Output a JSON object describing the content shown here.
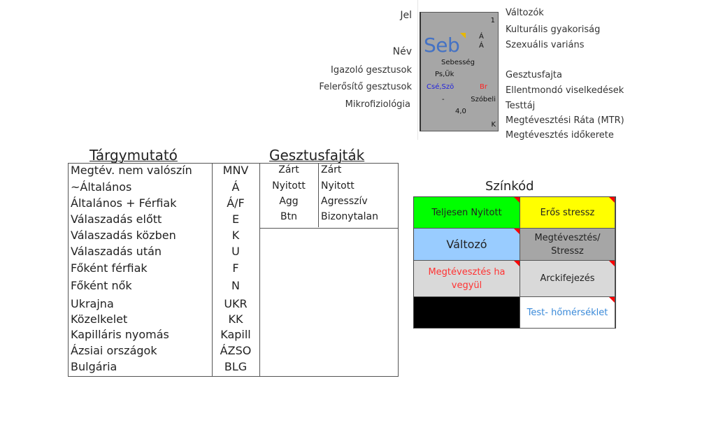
{
  "legend": {
    "left_labels": [
      "Jel",
      "Név",
      "Igazoló gesztusok",
      "Felerősítő gesztusok",
      "Mikrofiziológia"
    ],
    "right_labels": [
      "Változók",
      "Kulturális gyakoriság",
      "Szexuális variáns",
      "Gesztusfajta",
      "Ellentmondó viselkedések",
      "Testtáj",
      "Megtévesztési Ráta (MTR)",
      "Megtévesztés időkerete"
    ],
    "card": {
      "number": "1",
      "abbrev": "Seb",
      "cultural": "Á",
      "sexual": "Á",
      "name": "Sebesség",
      "confirming": "Ps,Ük",
      "amplifying": "Csé,Szö",
      "gesture_type": "Br",
      "micro": "-",
      "body_area": "Szóbeli",
      "rate": "4,0",
      "timeframe": "K",
      "colors": {
        "abbrev": "#4472c4",
        "amplifying": "#2222dd",
        "gesture_type": "#ff2222",
        "background": "#a6a6a6",
        "marker": "#e8b800"
      }
    }
  },
  "index": {
    "title": "Tárgymutató",
    "rows": [
      {
        "label": "Megtév. nem valószín",
        "abbr": "MNV"
      },
      {
        "label": "~Általános",
        "abbr": "Á"
      },
      {
        "label": "Általános + Férfiak",
        "abbr": "Á/F"
      },
      {
        "label": "Válaszadás előtt",
        "abbr": "E"
      },
      {
        "label": "Válaszadás közben",
        "abbr": "K"
      },
      {
        "label": "Válaszadás után",
        "abbr": "U"
      },
      {
        "label": "Főként férfiak",
        "abbr": "F"
      },
      {
        "label": "Főként nők",
        "abbr": "N"
      },
      {
        "label": "Ukrajna",
        "abbr": "UKR"
      },
      {
        "label": "Közelkelet",
        "abbr": "KK"
      },
      {
        "label": "Kapilláris nyomás",
        "abbr": "Kapill"
      },
      {
        "label": "Ázsiai országok",
        "abbr": "ÁZSO"
      },
      {
        "label": "Bulgária",
        "abbr": "BLG"
      }
    ]
  },
  "gestures": {
    "title": "Gesztusfajták",
    "rows": [
      {
        "abbr": "Zárt",
        "label": "Zárt"
      },
      {
        "abbr": "Nyitott",
        "label": "Nyitott"
      },
      {
        "abbr": "Agg",
        "label": "Agresszív"
      },
      {
        "abbr": "Btn",
        "label": "Bizonytalan"
      }
    ]
  },
  "color_code": {
    "title": "Színkód",
    "cells": [
      {
        "text": "Teljesen Nyitott",
        "bg": "#00ff00",
        "fg": "#222222",
        "flag": true
      },
      {
        "text": "Erős stressz",
        "bg": "#ffff00",
        "fg": "#222222",
        "flag": true
      },
      {
        "text": "Változó",
        "bg": "#99ccff",
        "fg": "#222222",
        "flag": true
      },
      {
        "text": "Megtévesztés/ Stressz",
        "bg": "#a6a6a6",
        "fg": "#222222",
        "flag": false
      },
      {
        "text": "Megtévesztés ha vegyül",
        "bg": "#d9d9d9",
        "fg": "#ff3333",
        "flag": true
      },
      {
        "text": "Arckifejezés",
        "bg": "#d9d9d9",
        "fg": "#222222",
        "flag": true
      },
      {
        "text": "",
        "bg": "#000000",
        "fg": "#ffffff",
        "flag": false
      },
      {
        "text": "Test- hőmérséklet",
        "bg": "#ffffff",
        "fg": "#3a8ad9",
        "flag": true
      }
    ]
  }
}
